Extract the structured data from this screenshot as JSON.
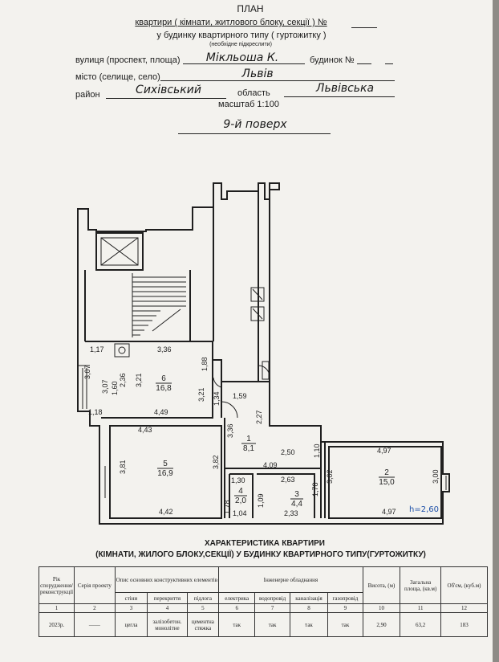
{
  "header": {
    "plan_title": "ПЛАН",
    "line1": "квартири ( кімнати, житлового блоку, секції ) №",
    "line2": "у будинку квартирного типу ( гуртожитку )",
    "line2_note": "(необхідне підкреслити)",
    "street_label": "вулиця (проспект, площа)",
    "street_value": "Мікльоша К.",
    "house_label": "будинок №",
    "city_label": "місто (селище, село)",
    "city_value": "Львів",
    "district_label": "район",
    "district_value": "Сихівський",
    "region_label": "область",
    "region_value": "Львівська",
    "scale": "масштаб 1:100",
    "floor": "9-й поверх"
  },
  "plan": {
    "dims": [
      "1,17",
      "3,36",
      "3,07",
      "3,07",
      "1,60",
      "2,36",
      "3,21",
      "1,88",
      "3,21",
      "1,34",
      "1,59",
      "1,18",
      "4,49",
      "4,43",
      "3,36",
      "2,27",
      "3,81",
      "3,82",
      "2,50",
      "1,10",
      "4,97",
      "3,02",
      "3,00",
      "4,09",
      "1,30",
      "2,63",
      "1,78",
      "1,78",
      "1,09",
      "1,04",
      "2,33",
      "4,42",
      "4,97"
    ],
    "rooms": [
      {
        "num": "6",
        "area": "16,8"
      },
      {
        "num": "5",
        "area": "16,9"
      },
      {
        "num": "1",
        "area": "8,1"
      },
      {
        "num": "2",
        "area": "15,0"
      },
      {
        "num": "3",
        "area": "4,4"
      },
      {
        "num": "4",
        "area": "2,0"
      }
    ],
    "height_note": "h=2,60"
  },
  "characteristics": {
    "title1": "ХАРАКТЕРИСТИКА КВАРТИРИ",
    "title2": "(КІМНАТИ, ЖИЛОГО БЛОКУ,СЕКЦІЇ) У БУДИНКУ КВАРТИРНОГО ТИПУ(ГУРТОЖИТКУ)",
    "headers": {
      "year": "Рік спорудження/ реконструкції",
      "series": "Серія проекту",
      "structural": "Опис основних конструктивних елементів",
      "walls": "стіни",
      "floors": "перекриття",
      "subfloor": "підлога",
      "engineering": "Інженерне обладнання",
      "electric": "електрика",
      "water": "водопровід",
      "sewer": "каналізація",
      "gas": "газопровід",
      "height": "Висота, (м)",
      "total_area": "Загальна площа, (кв.м)",
      "volume": "Об'єм, (куб.м)"
    },
    "col_numbers": [
      "1",
      "2",
      "3",
      "4",
      "5",
      "6",
      "7",
      "8",
      "9",
      "10",
      "11",
      "12"
    ],
    "row": {
      "year": "2023р.",
      "series": "——",
      "walls": "цегла",
      "floors": "залізобетон. монолітне",
      "subfloor": "цементна стяжка",
      "electric": "так",
      "water": "так",
      "sewer": "так",
      "gas": "так",
      "height": "2,90",
      "total_area": "63,2",
      "volume": "183"
    }
  }
}
